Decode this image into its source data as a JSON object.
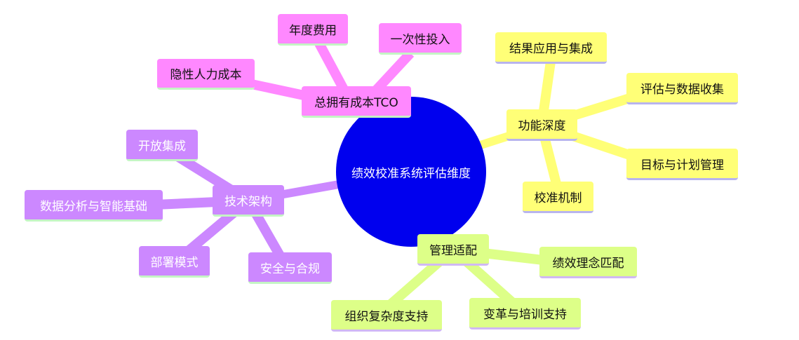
{
  "center": "绩效校准系统评估维度",
  "colors": {
    "center": "#0000ee",
    "tco": "#ff88ff",
    "function": "#ffff77",
    "management": "#ddff88",
    "tech": "#cc88ff"
  },
  "branches": {
    "tco": {
      "label": "总拥有成本TCO",
      "children": [
        "年度费用",
        "一次性投入",
        "隐性人力成本"
      ]
    },
    "function": {
      "label": "功能深度",
      "children": [
        "结果应用与集成",
        "评估与数据收集",
        "目标与计划管理",
        "校准机制"
      ]
    },
    "management": {
      "label": "管理适配",
      "children": [
        "绩效理念匹配",
        "组织复杂度支持",
        "变革与培训支持"
      ]
    },
    "tech": {
      "label": "技术架构",
      "children": [
        "开放集成",
        "数据分析与智能基础",
        "部署模式",
        "安全与合规"
      ]
    }
  }
}
